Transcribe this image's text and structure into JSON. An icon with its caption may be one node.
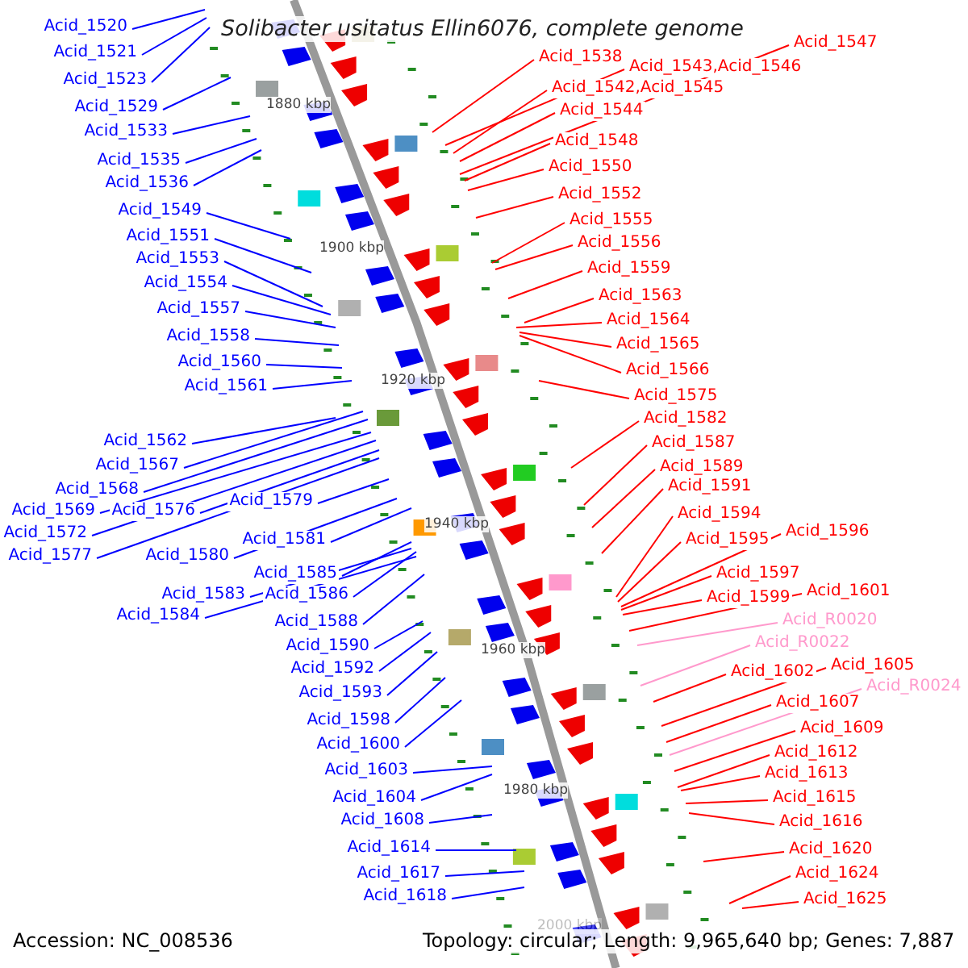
{
  "diagram": {
    "title": "Solibacter usitatus Ellin6076, complete genome",
    "nodes": [
      {
        "text": [
          "Acid_1520"
        ]
      },
      {
        "text": [
          "Acid_1521"
        ]
      },
      {
        "text": [
          "Acid_1523"
        ]
      },
      {
        "text": [
          "Acid_1529"
        ]
      },
      {
        "text": [
          "Acid_1533"
        ]
      },
      {
        "text": [
          "Acid_1535"
        ]
      },
      {
        "text": [
          "Acid_1536"
        ]
      },
      {
        "text": [
          "Acid_1549"
        ]
      },
      {
        "text": [
          "Acid_1551"
        ]
      },
      {
        "text": [
          "Acid_1553"
        ]
      },
      {
        "text": [
          "Acid_1554"
        ]
      },
      {
        "text": [
          "Acid_1557"
        ]
      },
      {
        "text": [
          "Acid_1558"
        ]
      },
      {
        "text": [
          "Acid_1560"
        ]
      },
      {
        "text": [
          "Acid_1561"
        ]
      },
      {
        "text": [
          "Acid_1562"
        ]
      },
      {
        "text": [
          "Acid_1567"
        ]
      },
      {
        "text": [
          "Acid_1568"
        ]
      },
      {
        "text": [
          "Acid_1569"
        ]
      },
      {
        "text": [
          "Acid_1576"
        ]
      },
      {
        "text": [
          "Acid_1572"
        ]
      },
      {
        "text": [
          "Acid_1577"
        ]
      },
      {
        "text": [
          "Acid_1579"
        ]
      },
      {
        "text": [
          "Acid_1581"
        ]
      },
      {
        "text": [
          "Acid_1580"
        ]
      },
      {
        "text": [
          "Acid_1585"
        ]
      },
      {
        "text": [
          "Acid_1583"
        ]
      },
      {
        "text": [
          "Acid_1586"
        ]
      },
      {
        "text": [
          "Acid_1584"
        ]
      },
      {
        "text": [
          "Acid_1588"
        ]
      },
      {
        "text": [
          "Acid_1590"
        ]
      },
      {
        "text": [
          "Acid_1592"
        ]
      },
      {
        "text": [
          "Acid_1593"
        ]
      },
      {
        "text": [
          "Acid_1598"
        ]
      },
      {
        "text": [
          "Acid_1600"
        ]
      },
      {
        "text": [
          "Acid_1603"
        ]
      },
      {
        "text": [
          "Acid_1604"
        ]
      },
      {
        "text": [
          "Acid_1608"
        ]
      },
      {
        "text": [
          "Acid_1614"
        ]
      },
      {
        "text": [
          "Acid_1617"
        ]
      },
      {
        "text": [
          "Acid_1618"
        ]
      },
      {
        "text": [
          "Acid_1547"
        ]
      },
      {
        "text": [
          "Acid_1538"
        ]
      },
      {
        "text": [
          "Acid_1543,Acid_1546"
        ]
      },
      {
        "text": [
          "Acid_1542,Acid_1545"
        ]
      },
      {
        "text": [
          "Acid_1544"
        ]
      },
      {
        "text": [
          "Acid_1548"
        ]
      },
      {
        "text": [
          "Acid_1550"
        ]
      },
      {
        "text": [
          "Acid_1552"
        ]
      },
      {
        "text": [
          "Acid_1555"
        ]
      },
      {
        "text": [
          "Acid_1556"
        ]
      },
      {
        "text": [
          "Acid_1559"
        ]
      },
      {
        "text": [
          "Acid_1563"
        ]
      },
      {
        "text": [
          "Acid_1564"
        ]
      },
      {
        "text": [
          "Acid_1565"
        ]
      },
      {
        "text": [
          "Acid_1566"
        ]
      },
      {
        "text": [
          "Acid_1575"
        ]
      },
      {
        "text": [
          "Acid_1582"
        ]
      },
      {
        "text": [
          "Acid_1587"
        ]
      },
      {
        "text": [
          "Acid_1589"
        ]
      },
      {
        "text": [
          "Acid_1591"
        ]
      },
      {
        "text": [
          "Acid_1594"
        ]
      },
      {
        "text": [
          "Acid_1596"
        ]
      },
      {
        "text": [
          "Acid_1595"
        ]
      },
      {
        "text": [
          "Acid_1597"
        ]
      },
      {
        "text": [
          "Acid_1599"
        ]
      },
      {
        "text": [
          "Acid_1601"
        ]
      },
      {
        "text": [
          "Acid_R0020"
        ]
      },
      {
        "text": [
          "Acid_R0022"
        ]
      },
      {
        "text": [
          "Acid_1605"
        ]
      },
      {
        "text": [
          "Acid_1602"
        ]
      },
      {
        "text": [
          "Acid_R0024"
        ]
      },
      {
        "text": [
          "Acid_1607"
        ]
      },
      {
        "text": [
          "Acid_1609"
        ]
      },
      {
        "text": [
          "Acid_1612"
        ]
      },
      {
        "text": [
          "Acid_1613"
        ]
      },
      {
        "text": [
          "Acid_1615"
        ]
      },
      {
        "text": [
          "Acid_1616"
        ]
      },
      {
        "text": [
          "Acid_1620"
        ]
      },
      {
        "text": [
          "Acid_1624"
        ]
      },
      {
        "text": [
          "Acid_1625"
        ]
      }
    ],
    "edges": [
      {
        "from": 0,
        "to": null,
        "arrow": "none"
      },
      {
        "from": 1,
        "to": null,
        "arrow": "none"
      },
      {
        "from": 2,
        "to": null,
        "arrow": "none"
      },
      {
        "from": 3,
        "to": null,
        "arrow": "none"
      },
      {
        "from": 4,
        "to": null,
        "arrow": "none"
      },
      {
        "from": 5,
        "to": null,
        "arrow": "none"
      },
      {
        "from": 6,
        "to": null,
        "arrow": "none"
      },
      {
        "from": 7,
        "to": null,
        "arrow": "none"
      },
      {
        "from": 8,
        "to": null,
        "arrow": "none"
      },
      {
        "from": 9,
        "to": null,
        "arrow": "none"
      },
      {
        "from": 10,
        "to": null,
        "arrow": "none"
      },
      {
        "from": 11,
        "to": null,
        "arrow": "none"
      },
      {
        "from": 12,
        "to": null,
        "arrow": "none"
      },
      {
        "from": 13,
        "to": null,
        "arrow": "none"
      },
      {
        "from": 14,
        "to": null,
        "arrow": "none"
      },
      {
        "from": 15,
        "to": null,
        "arrow": "none"
      },
      {
        "from": 16,
        "to": null,
        "arrow": "none"
      },
      {
        "from": 17,
        "to": null,
        "arrow": "none"
      },
      {
        "from": 18,
        "to": null,
        "arrow": "none"
      },
      {
        "from": 19,
        "to": null,
        "arrow": "none"
      },
      {
        "from": 20,
        "to": null,
        "arrow": "none"
      },
      {
        "from": 21,
        "to": null,
        "arrow": "none"
      },
      {
        "from": 22,
        "to": null,
        "arrow": "none"
      },
      {
        "from": 23,
        "to": null,
        "arrow": "none"
      },
      {
        "from": 24,
        "to": null,
        "arrow": "none"
      },
      {
        "from": 25,
        "to": null,
        "arrow": "none"
      },
      {
        "from": 26,
        "to": null,
        "arrow": "none"
      },
      {
        "from": 27,
        "to": null,
        "arrow": "none"
      },
      {
        "from": 28,
        "to": null,
        "arrow": "none"
      },
      {
        "from": 29,
        "to": null,
        "arrow": "none"
      },
      {
        "from": 30,
        "to": null,
        "arrow": "none"
      },
      {
        "from": 31,
        "to": null,
        "arrow": "none"
      },
      {
        "from": 32,
        "to": null,
        "arrow": "none"
      },
      {
        "from": 33,
        "to": null,
        "arrow": "none"
      },
      {
        "from": 34,
        "to": null,
        "arrow": "none"
      },
      {
        "from": 35,
        "to": null,
        "arrow": "none"
      },
      {
        "from": 36,
        "to": null,
        "arrow": "none"
      },
      {
        "from": 37,
        "to": null,
        "arrow": "none"
      },
      {
        "from": 38,
        "to": null,
        "arrow": "none"
      },
      {
        "from": 39,
        "to": null,
        "arrow": "none"
      },
      {
        "from": 40,
        "to": null,
        "arrow": "none"
      },
      {
        "from": 41,
        "to": null,
        "arrow": "none",
        "color": "#ff0000"
      },
      {
        "from": 42,
        "to": null,
        "arrow": "none",
        "color": "#ff0000"
      },
      {
        "from": 43,
        "to": null,
        "arrow": "none",
        "color": "#ff0000"
      },
      {
        "from": 44,
        "to": null,
        "arrow": "none",
        "color": "#ff0000"
      },
      {
        "from": 45,
        "to": null,
        "arrow": "none",
        "color": "#ff0000"
      },
      {
        "from": 46,
        "to": null,
        "arrow": "none",
        "color": "#ff0000"
      },
      {
        "from": 47,
        "to": null,
        "arrow": "none",
        "color": "#ff0000"
      },
      {
        "from": 48,
        "to": null,
        "arrow": "none",
        "color": "#ff0000"
      },
      {
        "from": 49,
        "to": null,
        "arrow": "none",
        "color": "#ff0000"
      },
      {
        "from": 50,
        "to": null,
        "arrow": "none",
        "color": "#ff0000"
      },
      {
        "from": 51,
        "to": null,
        "arrow": "none",
        "color": "#ff0000"
      },
      {
        "from": 52,
        "to": null,
        "arrow": "none",
        "color": "#ff0000"
      },
      {
        "from": 53,
        "to": null,
        "arrow": "none",
        "color": "#ff0000"
      },
      {
        "from": 54,
        "to": null,
        "arrow": "none",
        "color": "#ff0000"
      },
      {
        "from": 55,
        "to": null,
        "arrow": "none",
        "color": "#ff0000"
      },
      {
        "from": 56,
        "to": null,
        "arrow": "none",
        "color": "#ff0000"
      },
      {
        "from": 57,
        "to": null,
        "arrow": "none",
        "color": "#ff0000"
      },
      {
        "from": 58,
        "to": null,
        "arrow": "none",
        "color": "#ff0000"
      },
      {
        "from": 59,
        "to": null,
        "arrow": "none",
        "color": "#ff0000"
      },
      {
        "from": 60,
        "to": null,
        "arrow": "none",
        "color": "#ff0000"
      },
      {
        "from": 61,
        "to": null,
        "arrow": "none",
        "color": "#ff0000"
      },
      {
        "from": 62,
        "to": null,
        "arrow": "none",
        "color": "#ff0000"
      },
      {
        "from": 63,
        "to": null,
        "arrow": "none",
        "color": "#ff0000"
      },
      {
        "from": 64,
        "to": null,
        "arrow": "none",
        "color": "#ff0000"
      },
      {
        "from": 65,
        "to": null,
        "arrow": "none",
        "color": "#ff0000"
      },
      {
        "from": 66,
        "to": null,
        "arrow": "none",
        "color": "#ff0000"
      },
      {
        "from": 67,
        "to": null,
        "arrow": "none",
        "color": "#ff99cc"
      },
      {
        "from": 68,
        "to": null,
        "arrow": "none",
        "color": "#ff99cc"
      },
      {
        "from": 69,
        "to": null,
        "arrow": "none",
        "color": "#ff0000"
      },
      {
        "from": 70,
        "to": null,
        "arrow": "none",
        "color": "#ff0000"
      },
      {
        "from": 71,
        "to": null,
        "arrow": "none",
        "color": "#ff99cc"
      },
      {
        "from": 72,
        "to": null,
        "arrow": "none",
        "color": "#ff0000"
      },
      {
        "from": 73,
        "to": null,
        "arrow": "none",
        "color": "#ff0000"
      },
      {
        "from": 74,
        "to": null,
        "arrow": "none",
        "color": "#ff0000"
      },
      {
        "from": 75,
        "to": null,
        "arrow": "none",
        "color": "#ff0000"
      },
      {
        "from": 76,
        "to": null,
        "arrow": "none",
        "color": "#ff0000"
      },
      {
        "from": 77,
        "to": null,
        "arrow": "none",
        "color": "#ff0000"
      },
      {
        "from": 78,
        "to": null,
        "arrow": "none",
        "color": "#ff0000"
      },
      {
        "from": 79,
        "to": null,
        "arrow": "none",
        "color": "#ff0000"
      },
      {
        "from": 80,
        "to": null,
        "arrow": "none",
        "color": "#ff0000"
      }
    ],
    "labels": [
      "1880 kbp",
      "1900 kbp",
      "1920 kbp",
      "1940 kbp",
      "1960 kbp",
      "1980 kbp",
      "2000 kbp",
      "Accession: NC_008536",
      "Topology: circular; Length: 9,965,640 bp; Genes: 7,887"
    ]
  }
}
